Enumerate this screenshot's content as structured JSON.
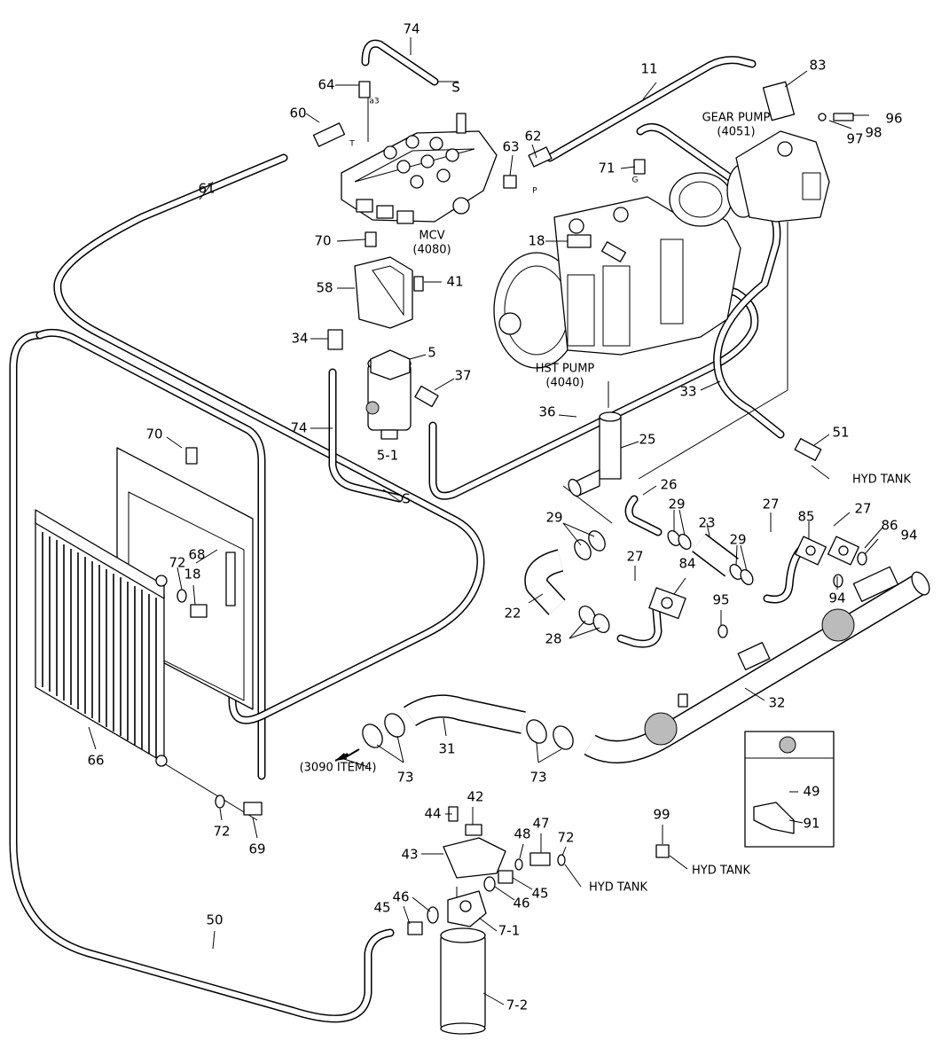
{
  "components": {
    "mcv": {
      "name": "MCV",
      "code": "(4080)"
    },
    "hst_pump": {
      "name": "HST PUMP",
      "code": "(4040)"
    },
    "gear_pump": {
      "name": "GEAR PUMP",
      "code": "(4051)"
    },
    "hyd_tank_51": "HYD TANK",
    "hyd_tank_72": "HYD TANK",
    "hyd_tank_99": "HYD TANK",
    "reference_3090": "(3090 ITEM4)",
    "suction_mark_top": "S",
    "suction_mark_mid": "S",
    "port_a3": "a3",
    "port_t": "T",
    "port_p": "P",
    "port_g": "G"
  },
  "callouts": [
    {
      "id": "c74a",
      "label": "74"
    },
    {
      "id": "c64",
      "label": "64"
    },
    {
      "id": "c60",
      "label": "60"
    },
    {
      "id": "c61",
      "label": "61"
    },
    {
      "id": "c11",
      "label": "11"
    },
    {
      "id": "c83",
      "label": "83"
    },
    {
      "id": "c96",
      "label": "96"
    },
    {
      "id": "c98",
      "label": "98"
    },
    {
      "id": "c97",
      "label": "97"
    },
    {
      "id": "c62",
      "label": "62"
    },
    {
      "id": "c63",
      "label": "63"
    },
    {
      "id": "c71",
      "label": "71"
    },
    {
      "id": "c18a",
      "label": "18"
    },
    {
      "id": "c70a",
      "label": "70"
    },
    {
      "id": "c58",
      "label": "58"
    },
    {
      "id": "c41",
      "label": "41"
    },
    {
      "id": "c34",
      "label": "34"
    },
    {
      "id": "c5",
      "label": "5"
    },
    {
      "id": "c37",
      "label": "37"
    },
    {
      "id": "c74b",
      "label": "74"
    },
    {
      "id": "c5-1",
      "label": "5-1"
    },
    {
      "id": "c33",
      "label": "33"
    },
    {
      "id": "c36",
      "label": "36"
    },
    {
      "id": "c25",
      "label": "25"
    },
    {
      "id": "c51",
      "label": "51"
    },
    {
      "id": "c70b",
      "label": "70"
    },
    {
      "id": "c26",
      "label": "26"
    },
    {
      "id": "c29a",
      "label": "29"
    },
    {
      "id": "c29b",
      "label": "29"
    },
    {
      "id": "c29c",
      "label": "29"
    },
    {
      "id": "c27a",
      "label": "27"
    },
    {
      "id": "c27b",
      "label": "27"
    },
    {
      "id": "c27c",
      "label": "27"
    },
    {
      "id": "c85",
      "label": "85"
    },
    {
      "id": "c86",
      "label": "86"
    },
    {
      "id": "c94a",
      "label": "94"
    },
    {
      "id": "c94b",
      "label": "94"
    },
    {
      "id": "c23",
      "label": "23"
    },
    {
      "id": "c68",
      "label": "68"
    },
    {
      "id": "c72a",
      "label": "72"
    },
    {
      "id": "c18b",
      "label": "18"
    },
    {
      "id": "c84",
      "label": "84"
    },
    {
      "id": "c22",
      "label": "22"
    },
    {
      "id": "c95",
      "label": "95"
    },
    {
      "id": "c28",
      "label": "28"
    },
    {
      "id": "c32",
      "label": "32"
    },
    {
      "id": "c31",
      "label": "31"
    },
    {
      "id": "c73a",
      "label": "73"
    },
    {
      "id": "c73b",
      "label": "73"
    },
    {
      "id": "c66",
      "label": "66"
    },
    {
      "id": "c49",
      "label": "49"
    },
    {
      "id": "c91",
      "label": "91"
    },
    {
      "id": "c42",
      "label": "42"
    },
    {
      "id": "c44",
      "label": "44"
    },
    {
      "id": "c47",
      "label": "47"
    },
    {
      "id": "c48",
      "label": "48"
    },
    {
      "id": "c72b",
      "label": "72"
    },
    {
      "id": "c99",
      "label": "99"
    },
    {
      "id": "c43",
      "label": "43"
    },
    {
      "id": "c45a",
      "label": "45"
    },
    {
      "id": "c46a",
      "label": "46"
    },
    {
      "id": "c72c",
      "label": "72"
    },
    {
      "id": "c69",
      "label": "69"
    },
    {
      "id": "c46b",
      "label": "46"
    },
    {
      "id": "c45b",
      "label": "45"
    },
    {
      "id": "c7-1",
      "label": "7-1"
    },
    {
      "id": "c50",
      "label": "50"
    },
    {
      "id": "c7-2",
      "label": "7-2"
    }
  ]
}
